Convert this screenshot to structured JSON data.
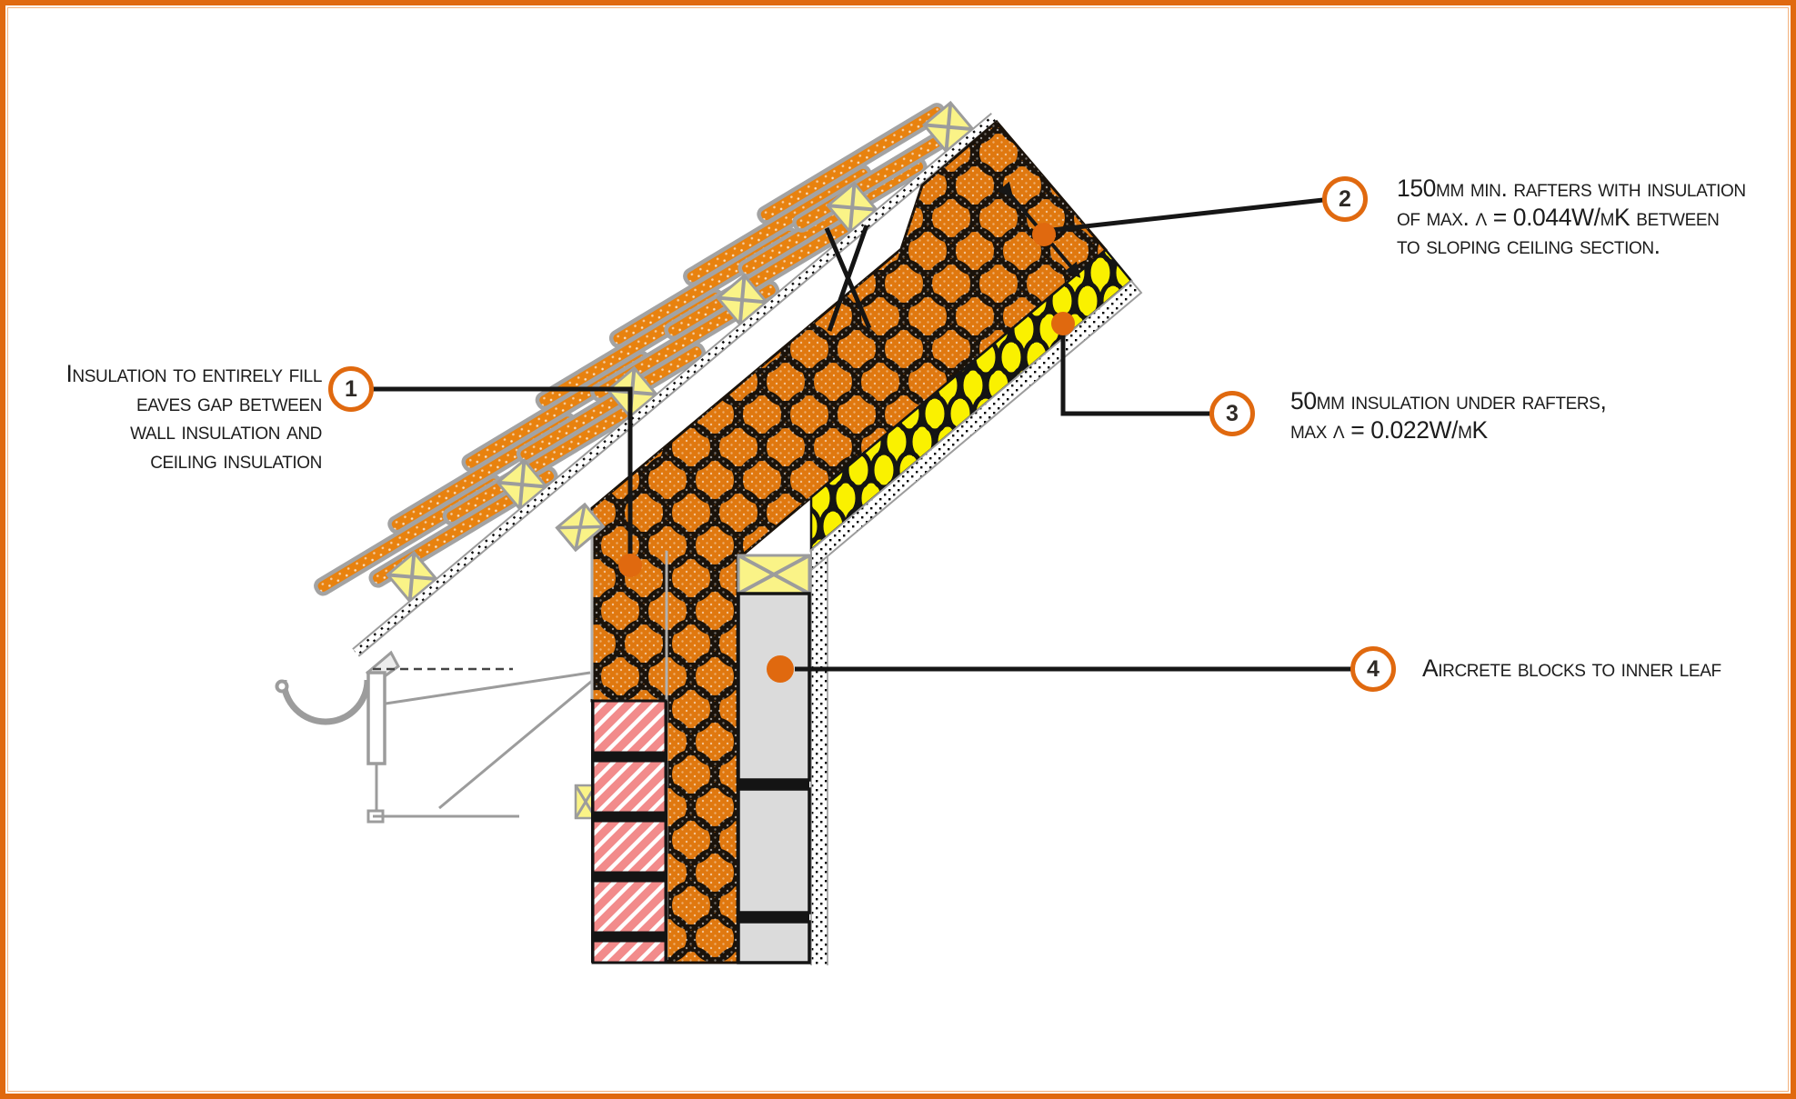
{
  "figure": {
    "kind": "construction-detail-drawing",
    "subject": "pitched roof eaves section with wall and sloping ceiling insulation"
  },
  "colors": {
    "accent": "#e0690f",
    "insulation_orange": "#e0780f",
    "insulation_yellow": "#faf100",
    "batten_yellow": "#faf387",
    "brick_pink": "#f28b8b",
    "block_grey": "#dbdbdb",
    "line_grey": "#9c9c9c",
    "ink": "#161616",
    "text": "#1c1c1c"
  },
  "callouts": [
    {
      "number": "1",
      "lines": [
        "Insulation to entirely fill",
        "eaves gap between",
        "wall insulation and",
        "ceiling insulation"
      ]
    },
    {
      "number": "2",
      "lines": [
        "150mm min. rafters with insulation",
        "of max. λ = 0.044W/mK between",
        "to sloping ceiling section."
      ]
    },
    {
      "number": "3",
      "lines": [
        "50mm insulation under rafters,",
        "max λ = 0.022W/mK"
      ]
    },
    {
      "number": "4",
      "lines": [
        "Aircrete blocks to inner leaf"
      ]
    }
  ]
}
